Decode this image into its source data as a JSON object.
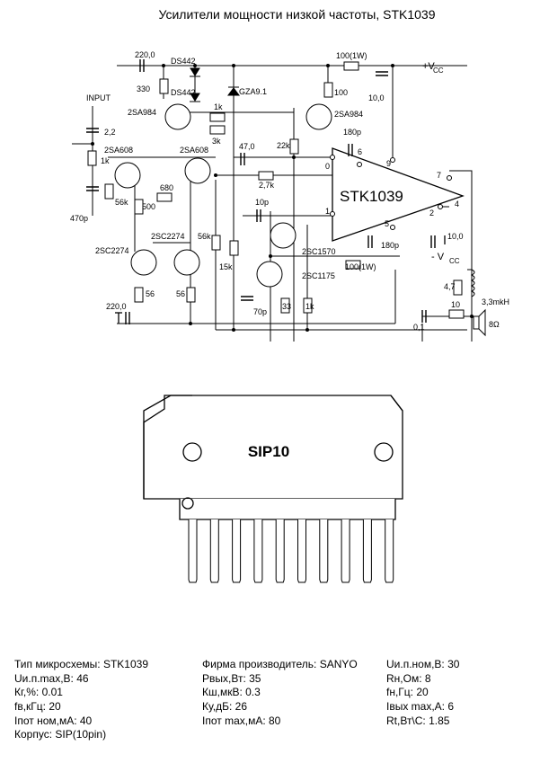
{
  "title": "Усилители мощности низкой частоты, STK1039",
  "schematic": {
    "chip": "STK1039",
    "labels": {
      "input": "INPUT",
      "vcc_pos": "+V",
      "vcc_neg": "- V",
      "cc": "CC",
      "c_2_2": "2,2",
      "r_1k_in": "1k",
      "r_56k": "56k",
      "c_470p": "470p",
      "c_220_top": "220,0",
      "r_330": "330",
      "ds442_a": "DS442",
      "ds442_b": "DS442",
      "t_2sa984_l": "2SA984",
      "r_1k_mid": "1k",
      "r_3k": "3k",
      "zener": "GZA9.1",
      "r_100_1w_top": "100(1W)",
      "c_10_top": "10,0",
      "r_100": "100",
      "t_2sa984_r": "2SA984",
      "r_22k": "22k",
      "c_180p_top": "180p",
      "t_2sa608_l": "2SA608",
      "t_2sa608_r": "2SA608",
      "c_47": "47,0",
      "r_2_7k": "2,7k",
      "r_680": "680",
      "r_500": "500",
      "c_10p": "10p",
      "t_2sc2274_top": "2SC2274",
      "t_2sc2274_l": "2SC2274",
      "r_56k_b": "56k",
      "r_15k": "15k",
      "t_2sc1570": "2SC1570",
      "t_2sc1175": "2SC1175",
      "c_180p_bot": "180p",
      "c_10_bot": "10,0",
      "r_100_1w_bot": "100(1W)",
      "r_56_l": "56",
      "r_56_r": "56",
      "c_70p": "70p",
      "r_33": "33",
      "r_1k_bot": "1k",
      "c_220_bot": "220,0",
      "r_4_7": "4,7",
      "l_3_3": "3,3mkH",
      "c_0_1": "0,1",
      "r_10": "10",
      "spk": "8Ω",
      "pin_0": "0",
      "pin_1": "1",
      "pin_2": "2",
      "pin_4": "4",
      "pin_5": "5",
      "pin_6": "6",
      "pin_7": "7",
      "pin_9": "9"
    }
  },
  "package": {
    "name": "SIP10",
    "pin_count": 10
  },
  "specs": {
    "col1": [
      "Тип микросхемы: STK1039",
      "Uи.п.max,В: 46",
      "Кг,%: 0.01",
      "fв,кГц: 20",
      "Iпот ном,мА: 40",
      "Корпус: SIP(10pin)"
    ],
    "col2": [
      "Фирма производитель: SANYO",
      "Рвых,Вт: 35",
      "Кш,мкВ: 0.3",
      "Ку,дБ: 26",
      "Iпот max,мА: 80"
    ],
    "col3": [
      "Uи.п.ном,В: 30",
      "Rн,Ом: 8",
      "fн,Гц: 20",
      "Iвых max,А: 6",
      "Rt,Вт\\С: 1.85"
    ]
  }
}
